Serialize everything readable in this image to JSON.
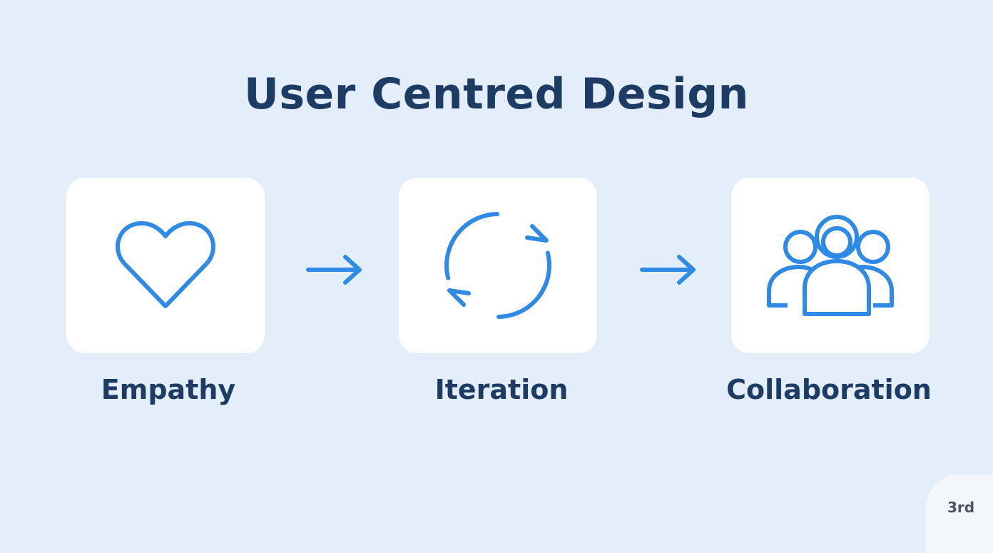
{
  "title": "User Centred Design",
  "steps": [
    {
      "label": "Empathy",
      "icon": "heart-icon"
    },
    {
      "label": "Iteration",
      "icon": "refresh-cycle-icon"
    },
    {
      "label": "Collaboration",
      "icon": "user-group-icon"
    }
  ],
  "connector_icon": "arrow-right-icon",
  "badge": {
    "text": "3rd"
  },
  "colors": {
    "background": "#e3eefa",
    "card": "#ffffff",
    "accent": "#2f8ae6",
    "text": "#1d3b63"
  }
}
